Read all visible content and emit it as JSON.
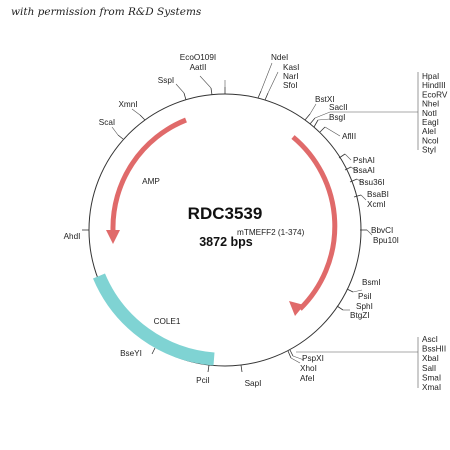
{
  "header": {
    "permission_text": "with permission from R&D Systems"
  },
  "plasmid": {
    "name": "RDC3539",
    "size": "3872 bps"
  },
  "features": {
    "amp": "AMP",
    "insert": "mTMEFF2 (1-374)",
    "ori": "COLE1"
  },
  "sites": {
    "ecoo109i": "EcoO109I",
    "aatii": "AatII",
    "sspi": "SspI",
    "xmni": "XmnI",
    "scai": "ScaI",
    "ahdi": "AhdI",
    "bseyi": "BseYI",
    "pcii": "PciI",
    "sapi": "SapI",
    "ndei": "NdeI",
    "kasi": "KasI",
    "nari": "NarI",
    "sfoi": "SfoI",
    "bstxi": "BstXI",
    "sacii": "SacII",
    "bsgi": "BsgI",
    "aflii": "AflII",
    "pshai": "PshAI",
    "bsaai": "BsaAI",
    "bsu36i": "Bsu36I",
    "bsabi": "BsaBI",
    "xcmi": "XcmI",
    "bbvci": "BbvCI",
    "bpu10i": "Bpu10I",
    "bsmi": "BsmI",
    "psii": "PsiI",
    "sphi": "SphI",
    "btgzi": "BtgZI",
    "pspxi": "PspXI",
    "xhoi": "XhoI",
    "afei": "AfeI"
  },
  "mcs_top": [
    "HpaI",
    "HindIII",
    "EcoRV",
    "NheI",
    "NotI",
    "EagI",
    "AleI",
    "NcoI",
    "StyI"
  ],
  "mcs_bottom": [
    "AscI",
    "BssHII",
    "XbaI",
    "SalI",
    "SmaI",
    "XmaI"
  ]
}
